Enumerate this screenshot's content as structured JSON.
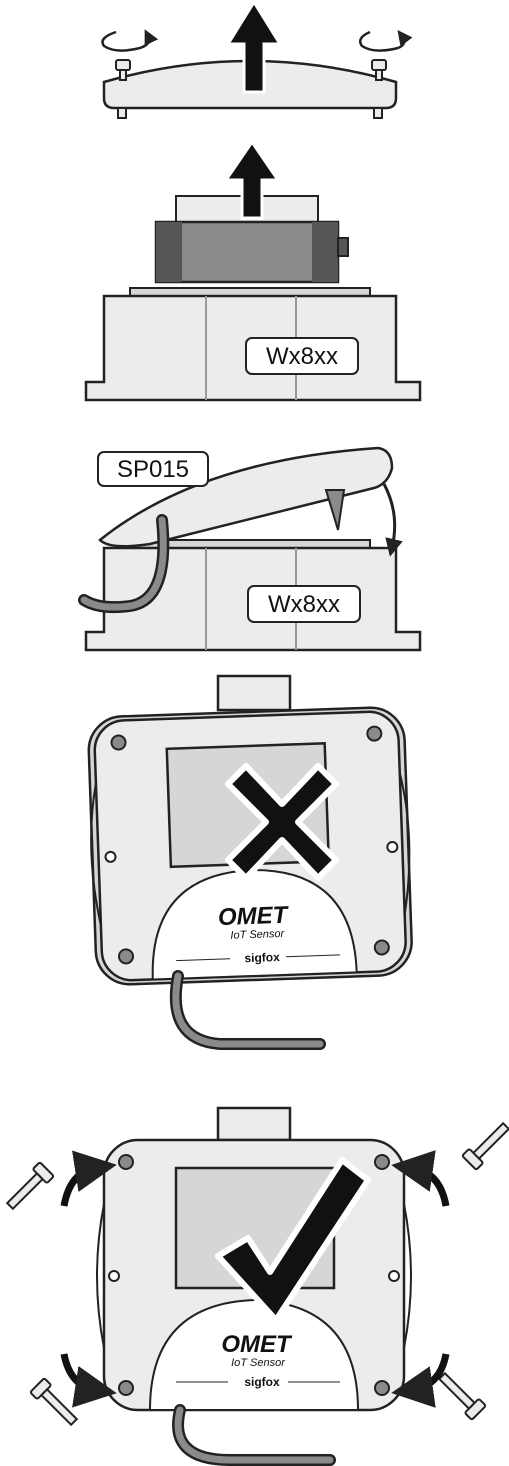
{
  "labels": {
    "device_model_top": "Wx8xx",
    "device_model_mid": "Wx8xx",
    "probe_model": "SP015"
  },
  "branding": {
    "wrong": {
      "logo": "OMET",
      "logo_sub": "IoT Sensor",
      "network": "sigfox"
    },
    "right": {
      "logo": "OMET",
      "logo_sub": "IoT Sensor",
      "network": "sigfox"
    }
  },
  "icons": {
    "lift": "arrow-up-icon",
    "rotate": "rotate-icon",
    "press": "arrow-down-icon",
    "wrong": "cross-icon",
    "right": "checkmark-icon",
    "screw": "screw-icon"
  },
  "colors": {
    "outline": "#222222",
    "case": "#ececec",
    "case_dark": "#d6d6d6",
    "module": "#8a8a8a",
    "module_dark": "#555555",
    "mark": "#111111"
  }
}
